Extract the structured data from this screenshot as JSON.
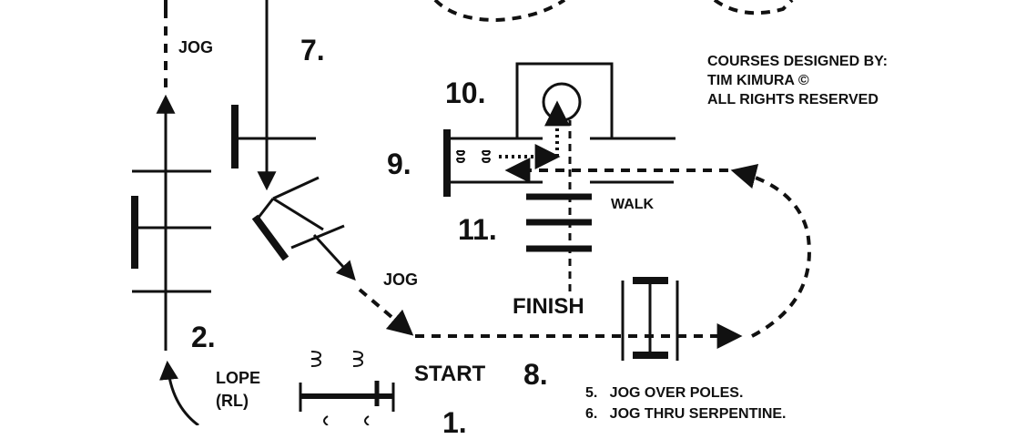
{
  "labels": {
    "jog_top": "JOG",
    "jog_mid": "JOG",
    "lope": "LOPE",
    "rl": "(RL)",
    "walk": "WALK",
    "start": "START",
    "finish": "FINISH"
  },
  "numbers": {
    "n1": "1.",
    "n2": "2.",
    "n7": "7.",
    "n8": "8.",
    "n9": "9.",
    "n10": "10.",
    "n11": "11."
  },
  "credits": {
    "line1": "COURSES DESIGNED  BY:",
    "line2": "TIM KIMURA ©",
    "line3": "ALL RIGHTS RESERVED"
  },
  "notes": [
    "5.   JOG OVER POLES.",
    "6.   JOG THRU SERPENTINE."
  ],
  "colors": {
    "ink": "#111111",
    "background": "#ffffff"
  }
}
